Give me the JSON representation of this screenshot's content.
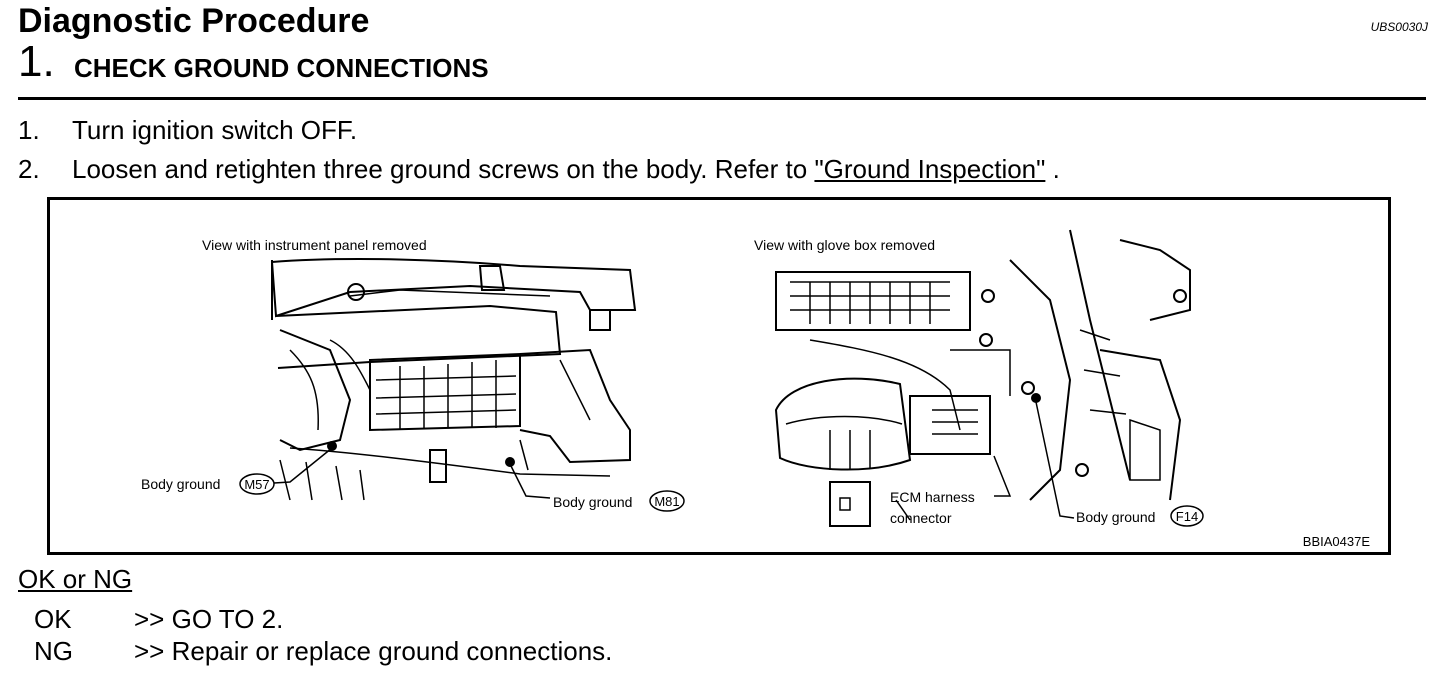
{
  "header": {
    "title": "Diagnostic Procedure",
    "code": "UBS0030J"
  },
  "step": {
    "number": "1",
    "dot": ".",
    "title": "CHECK GROUND CONNECTIONS"
  },
  "instructions": [
    {
      "num": "1.",
      "text": "Turn ignition switch OFF."
    },
    {
      "num": "2.",
      "text_before": "Loosen and retighten three ground screws on the body. Refer to ",
      "link": "\"Ground Inspection\"",
      "text_after": " ."
    }
  ],
  "figure": {
    "left_caption": "View with instrument panel removed",
    "right_caption": "View with glove box removed",
    "body_ground_m57_label": "Body ground",
    "body_ground_m57_code": "M57",
    "body_ground_m81_label": "Body ground",
    "body_ground_m81_code": "M81",
    "ecm_label_line1": "ECM harness",
    "ecm_label_line2": "connector",
    "body_ground_f14_label": "Body ground",
    "body_ground_f14_code": "F14",
    "figure_id": "BBIA0437E"
  },
  "result": {
    "heading": "OK or NG",
    "ok_label": "OK",
    "ok_text": ">> GO TO 2.",
    "ng_label": "NG",
    "ng_text": ">> Repair or replace ground connections."
  }
}
